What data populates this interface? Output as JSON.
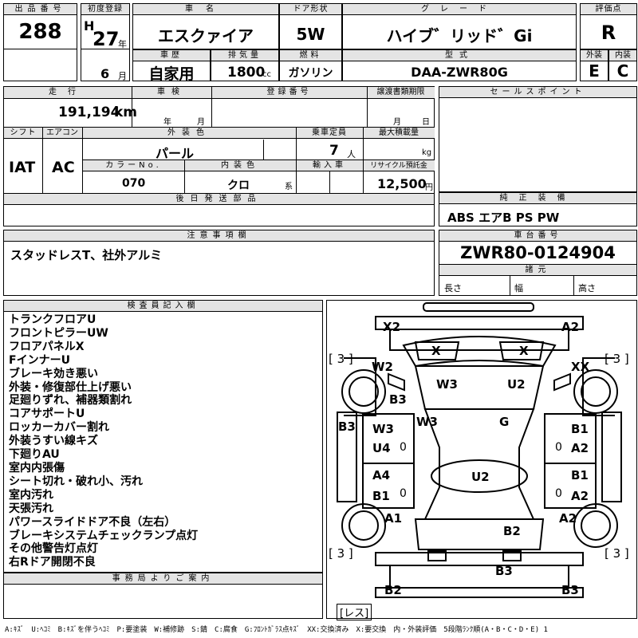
{
  "header": {
    "lot_no_label": "出品番号",
    "lot_no": "288",
    "first_reg_label": "初度登録",
    "era": "H",
    "year": "27",
    "year_unit": "年",
    "month": "6",
    "month_unit": "月",
    "car_name_label": "車名",
    "car_name": "エスクァイア",
    "door_label": "ドア形状",
    "door": "5W",
    "grade_label": "グレード",
    "grade": "ハイブ゛リッド゛Gi",
    "score_label": "評価点",
    "score": "R",
    "history_label": "車歴",
    "history": "自家用",
    "displacement_label": "排気量",
    "displacement": "1800",
    "displacement_unit": "cc",
    "fuel_label": "燃料",
    "fuel": "ガソリン",
    "model_label": "型式",
    "model": "DAA-ZWR80G",
    "exterior_grade_label": "外装",
    "exterior_grade": "E",
    "interior_grade_label": "内装",
    "interior_grade": "C"
  },
  "specs": {
    "mileage_label": "走行",
    "mileage": "191,194",
    "mileage_unit": "km",
    "inspection_label": "車検",
    "inspection_year_unit": "年",
    "inspection_month_unit": "月",
    "reg_no_label": "登録番号",
    "transfer_label": "譲渡書類期限",
    "transfer_month_unit": "月",
    "transfer_day_unit": "日",
    "shift_label": "シフト",
    "shift": "IAT",
    "ac_label": "エアコン",
    "ac": "AC",
    "ext_color_label": "外装色",
    "ext_color": "パール",
    "capacity_label": "乗車定員",
    "capacity": "7",
    "capacity_unit": "人",
    "max_load_label": "最大積載量",
    "max_load_unit": "kg",
    "color_no_label": "カラーNo.",
    "color_no": "070",
    "int_color_label": "内装色",
    "int_color": "クロ",
    "int_color_unit": "系",
    "import_label": "輸入車",
    "recycle_label": "リサイクル預託金",
    "recycle": "12,500",
    "recycle_unit": "円",
    "later_parts_label": "後日発送部品"
  },
  "sales": {
    "points_label": "セールスポイント",
    "equipment_label": "純正装備",
    "equipment": "ABS エアB PS PW",
    "chassis_label": "車台番号",
    "chassis": "ZWR80-0124904",
    "specs_label": "諸元",
    "length_label": "長さ",
    "width_label": "幅",
    "height_label": "高さ"
  },
  "notes": {
    "label": "注意事項欄",
    "text": "スタッドレスT、社外アルミ"
  },
  "inspector": {
    "label": "検査員記入欄",
    "lines": [
      "トランクフロアU",
      "フロントピラーUW",
      "フロアパネルX",
      "FインナーU",
      "ブレーキ効き悪い",
      "外装・修復部仕上げ悪い",
      "足廻りずれ、補器類割れ",
      "コアサポートU",
      "ロッカーカバー割れ",
      "外装うすい線キズ",
      "下廻りAU",
      "室内内張傷",
      "シート切れ・破れ小、汚れ",
      "室内汚れ",
      "天張汚れ",
      "パワースライドドア不良（左右）",
      "ブレーキシステムチェックランプ点灯",
      "その他警告灯点灯",
      "右Rドア開閉不良"
    ]
  },
  "office": {
    "label": "事務局よりご案内"
  },
  "diagram": {
    "marks": {
      "x2": "X2",
      "a2_top": "A2",
      "x_left": "X",
      "x_right": "X",
      "w2": "W2",
      "xx": "XX",
      "w3_roof": "W3",
      "u2_roof": "U2",
      "b3_fl": "B3",
      "w3_mid": "W3",
      "g": "G",
      "b3_left": "B3",
      "w3_door": "W3",
      "u4": "U4",
      "b1_r1": "B1",
      "a2_r1": "A2",
      "a4": "A4",
      "b1_l2": "B1",
      "u2_floor": "U2",
      "b1_r2": "B1",
      "a2_r2": "A2",
      "a1": "A1",
      "a2_rr": "A2",
      "b2_rear": "B2",
      "b3_trunk": "B3",
      "b2_bot": "B2",
      "b3_bot": "B3"
    },
    "tire_fl": "[ 3 ]",
    "tire_fr": "[ 3 ]",
    "tire_rl": "[ 3 ]",
    "tire_rr": "[ 3 ]",
    "spare": "[レス]",
    "zero": "0"
  },
  "legend": "A:ｷｽﾞ　U:ﾍｺﾐ　B:ｷｽﾞを伴うﾍｺﾐ　P:要塗装　W:補修跡　S:錆　C:腐食　G:ﾌﾛﾝﾄｶﾞﾗｽ点ｷｽﾞ　XX:交換済み　X:要交換　内・外装評価　5段階ﾗﾝｸ順(A・B・C・D・E) 1"
}
